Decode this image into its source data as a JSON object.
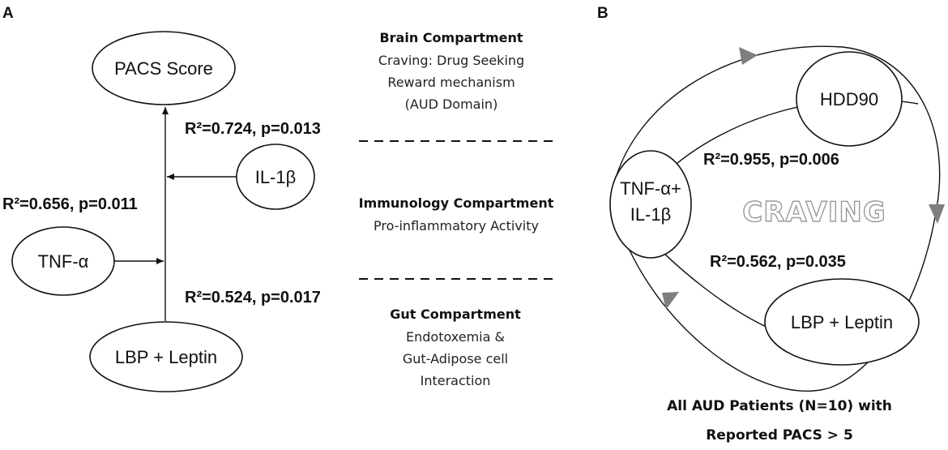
{
  "panel_a": {
    "letter": "A",
    "nodes": {
      "pacs": "PACS Score",
      "il1b": "IL-1β",
      "tnfa": "TNF-α",
      "lbp_leptin": "LBP + Leptin"
    },
    "stats": {
      "il1b": "R²=0.724, p=0.013",
      "tnfa": "R²=0.656, p=0.011",
      "lbp_leptin": "R²=0.524, p=0.017"
    },
    "compartments": {
      "brain": {
        "title": "Brain Compartment",
        "lines": [
          "Craving: Drug Seeking",
          "Reward mechanism",
          "(AUD Domain)"
        ]
      },
      "immunology": {
        "title": "Immunology Compartment",
        "lines": [
          "Pro-inflammatory Activity"
        ]
      },
      "gut": {
        "title": "Gut Compartment",
        "lines": [
          "Endotoxemia &",
          "Gut-Adipose cell",
          "Interaction"
        ]
      }
    }
  },
  "panel_b": {
    "letter": "B",
    "nodes": {
      "hdd90": "HDD90",
      "tnfa_il1b_line1": "TNF-α+",
      "tnfa_il1b_line2": "IL-1β",
      "lbp_leptin": "LBP + Leptin"
    },
    "center_label": "CRAVING",
    "stats": {
      "top": "R²=0.955, p=0.006",
      "bottom": "R²=0.562, p=0.035"
    },
    "caption": [
      "All AUD Patients (N=10) with",
      "Reported PACS > 5"
    ]
  },
  "colors": {
    "ink": "#111111",
    "arrowhead_gray": "#7f7f7f",
    "craving_outline": "#9a9a9a"
  }
}
